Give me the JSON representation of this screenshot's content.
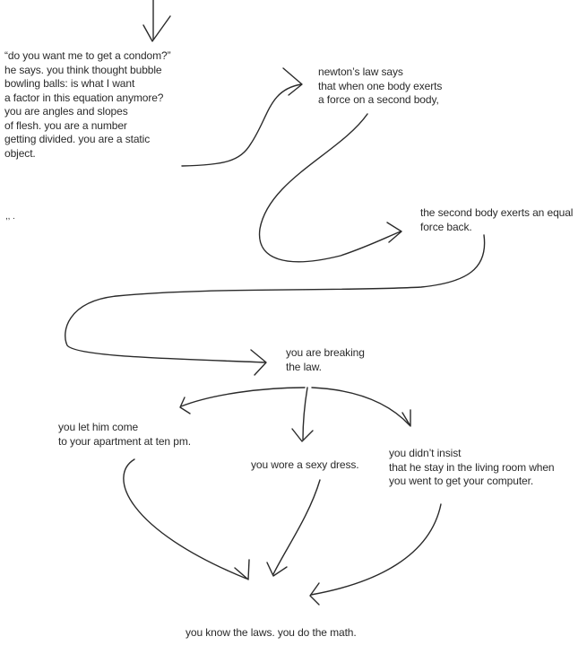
{
  "poem": {
    "stanza_condom": [
      "“do you want me to get a condom?”",
      "he says. you think thought bubble",
      "bowling balls: is what I want",
      "a factor in this equation anymore?",
      "you are angles and slopes",
      "of flesh. you are a number",
      "getting divided. you are a static",
      "object."
    ],
    "stray_marks": ",, .",
    "newton": [
      "newton’s law says",
      "that when one body exerts",
      "a force on a second body,"
    ],
    "second_body": [
      "the second body exerts an equal",
      "force back."
    ],
    "breaking": [
      "you are breaking",
      "the law."
    ],
    "let_him": [
      "you let him come",
      "to your apartment at ten pm."
    ],
    "dress": [
      "you wore a sexy dress."
    ],
    "insist": [
      "you didn’t insist",
      "that he stay in the living room when",
      "you went to get your computer."
    ],
    "closing": [
      "you know the laws. you do the math."
    ]
  }
}
